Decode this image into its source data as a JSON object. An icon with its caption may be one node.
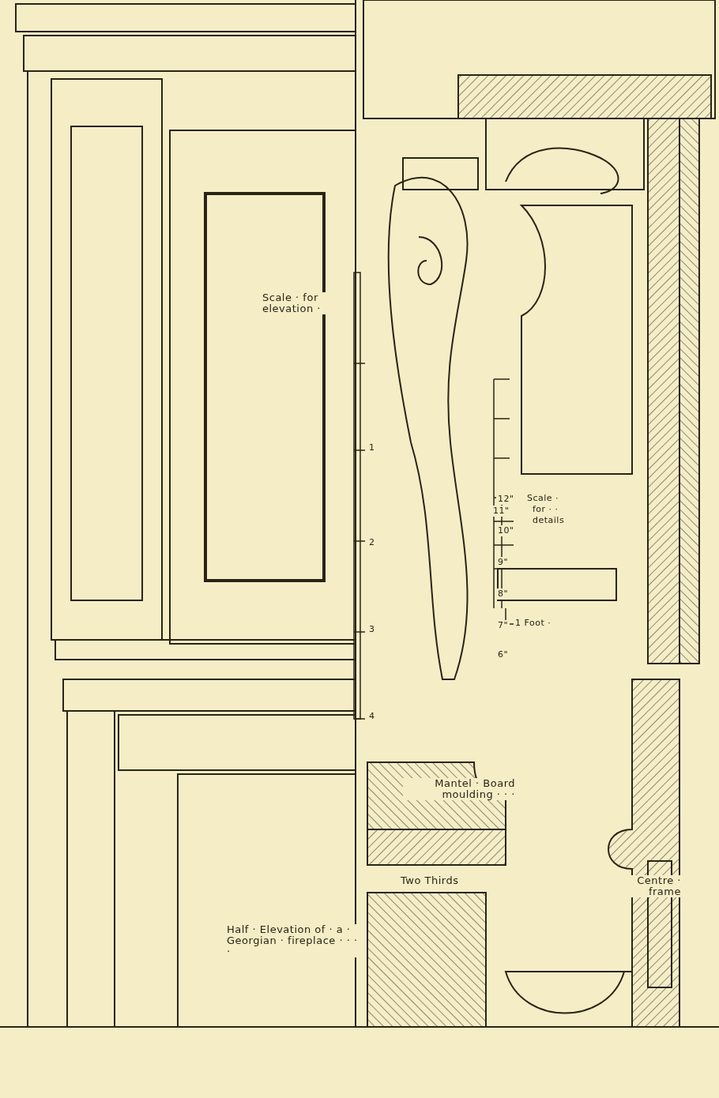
{
  "diagram": {
    "labels": [
      "Scale · for elevation ·",
      "12\"",
      "Scale ·",
      "for · ·",
      "11\"",
      "details",
      "10\"",
      "9\"",
      "8\"",
      "7\"",
      "6\"",
      "1",
      "2",
      "1 Foot ·",
      "3",
      "4",
      "Mantel · Board moulding · · ·",
      "Two Thirds",
      "Centre · frame",
      "Half · Elevation of · a · Georgian · fireplace · · · ·"
    ]
  }
}
